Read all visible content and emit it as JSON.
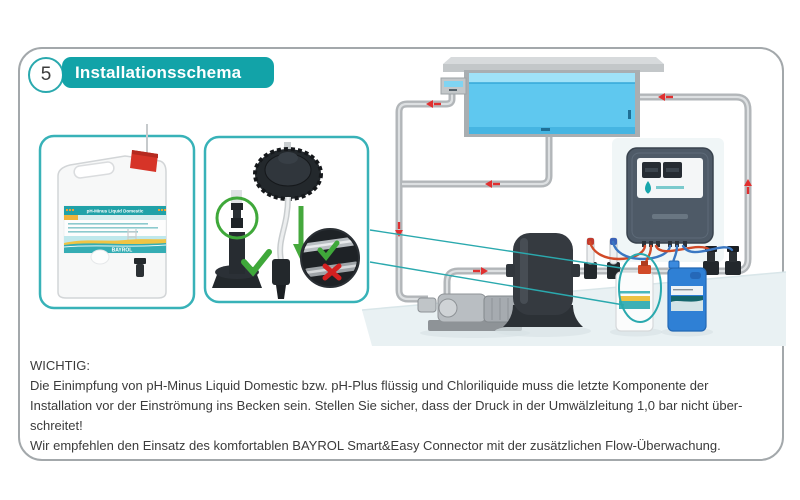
{
  "page": {
    "badge": "5",
    "title": "Installationsschema"
  },
  "colors": {
    "accent": "#12a3a8",
    "frame_border": "#a3a8ab",
    "pipe": "#b4b8bb",
    "flow_arrow": "#e03030",
    "callout": "#2aa9ae",
    "pool_water": "#5fc8ef",
    "acid_tube": "#d14a28",
    "chlorine_tube": "#3a77c2"
  },
  "notice": {
    "heading": "WICHTIG:",
    "lines": [
      "Die Einimpfung von pH-Minus Liquid Domestic bzw. pH-Plus flüssig und Chloriliquide muss die letzte Komponente der",
      "Installation vor der Einströmung ins Becken sein. Stellen Sie sicher, dass der Druck in der Umwälzleitung 1,0 bar nicht über-",
      "schreitet!",
      "Wir empfehlen den Einsatz des komfortablen BAYROL Smart&Easy Connector mit der zusätzlichen Flow-Überwachung."
    ]
  },
  "product_inset": {
    "label_title": "pH-Minus Liquid Domestic",
    "brand": "BAYROL"
  }
}
